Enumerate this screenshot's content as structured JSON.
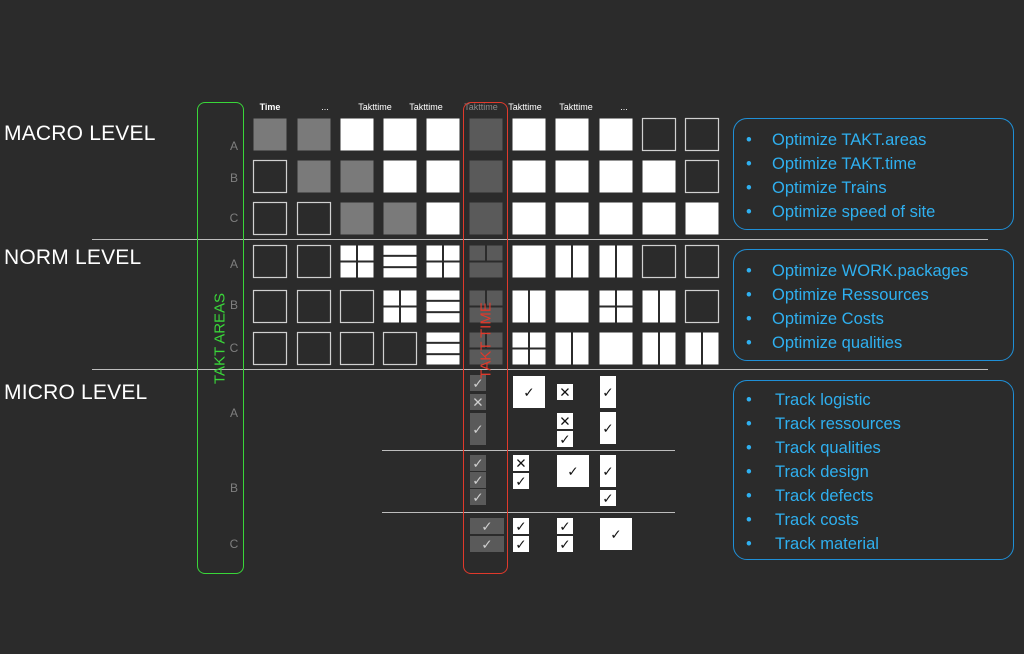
{
  "levels": {
    "macro": "MACRO LEVEL",
    "norm": "NORM LEVEL",
    "micro": "MICRO LEVEL"
  },
  "takt_areas_label": "TAKT AREAS",
  "takt_time_label": "TAKT TIME",
  "column_headers": [
    "Time",
    "...",
    "Takttime",
    "Takttime",
    "Takttime",
    "Takttime",
    "Takttime",
    "..."
  ],
  "row_letters": {
    "macro": [
      "A",
      "B",
      "C"
    ],
    "norm": [
      "A",
      "B",
      "C"
    ],
    "micro": [
      "A",
      "B",
      "C"
    ]
  },
  "panels": {
    "macro": [
      "Optimize TAKT.areas",
      "Optimize TAKT.time",
      "Optimize Trains",
      "Optimize speed of site"
    ],
    "norm": [
      "Optimize WORK.packages",
      "Optimize Ressources",
      "Optimize Costs",
      "Optimize qualities"
    ],
    "micro": [
      "Track logistic",
      "Track ressources",
      "Track qualities",
      "Track design",
      "Track defects",
      "Track costs",
      "Track material"
    ]
  },
  "colors": {
    "background": "#2b2b2b",
    "takt_areas": "#39d639",
    "takt_time": "#e0392b",
    "panel_text": "#2fb0f0",
    "panel_border": "#1f8fd6"
  },
  "icons": [
    "check-icon",
    "cross-icon"
  ]
}
